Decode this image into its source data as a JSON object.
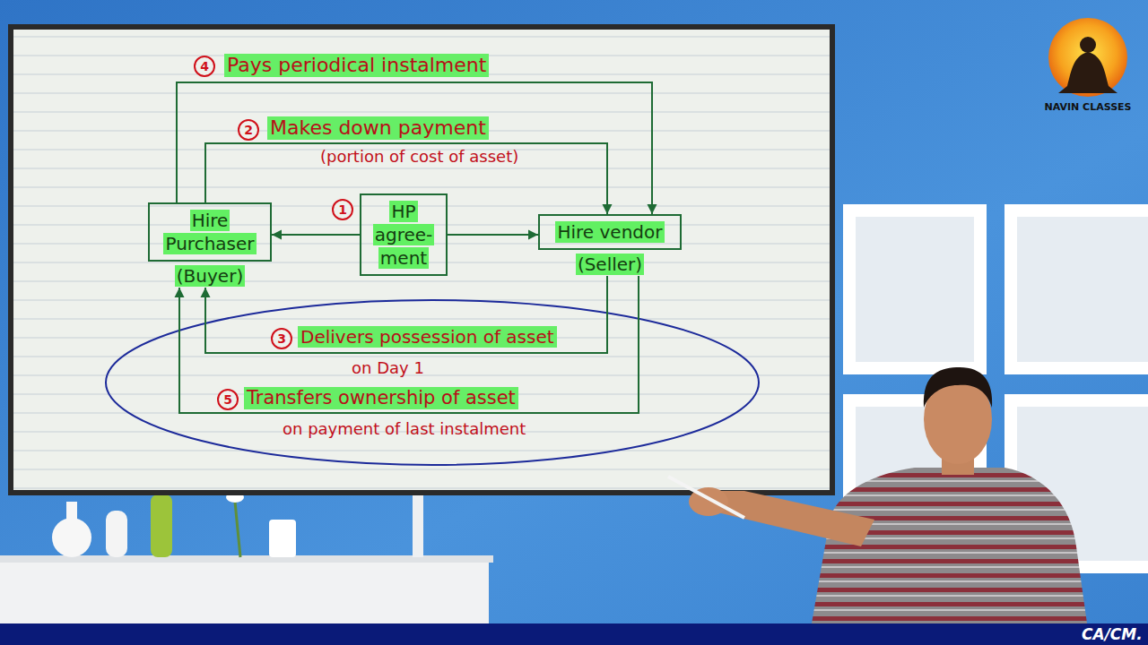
{
  "diagram": {
    "nodes": [
      {
        "text": [
          "Hire Purchaser",
          "(Buyer)"
        ]
      },
      {
        "text": [
          "HP agree- ment"
        ]
      },
      {
        "text": [
          "Hire vendor",
          "(Seller)"
        ]
      }
    ],
    "edges": [
      {
        "from": 0,
        "to": 2,
        "label": "Pays periodical instalment",
        "arrow": "to"
      },
      {
        "from": 0,
        "to": 2,
        "label": "Makes down payment",
        "arrow": "to"
      },
      {
        "from": 1,
        "to": 0,
        "arrow": "to"
      },
      {
        "from": 1,
        "to": 2,
        "arrow": "to"
      },
      {
        "from": 2,
        "to": 0,
        "label": "Delivers possession of asset",
        "arrow": "to"
      },
      {
        "from": 2,
        "to": 0,
        "label": "Transfers ownership of asset",
        "arrow": "to"
      }
    ],
    "labels": [
      "4",
      "2",
      "(portion of cost of asset)",
      "1",
      "3",
      "on Day 1",
      "5",
      "on payment of last instalment",
      "NAVIN CLASSES",
      "CA/CM."
    ]
  }
}
